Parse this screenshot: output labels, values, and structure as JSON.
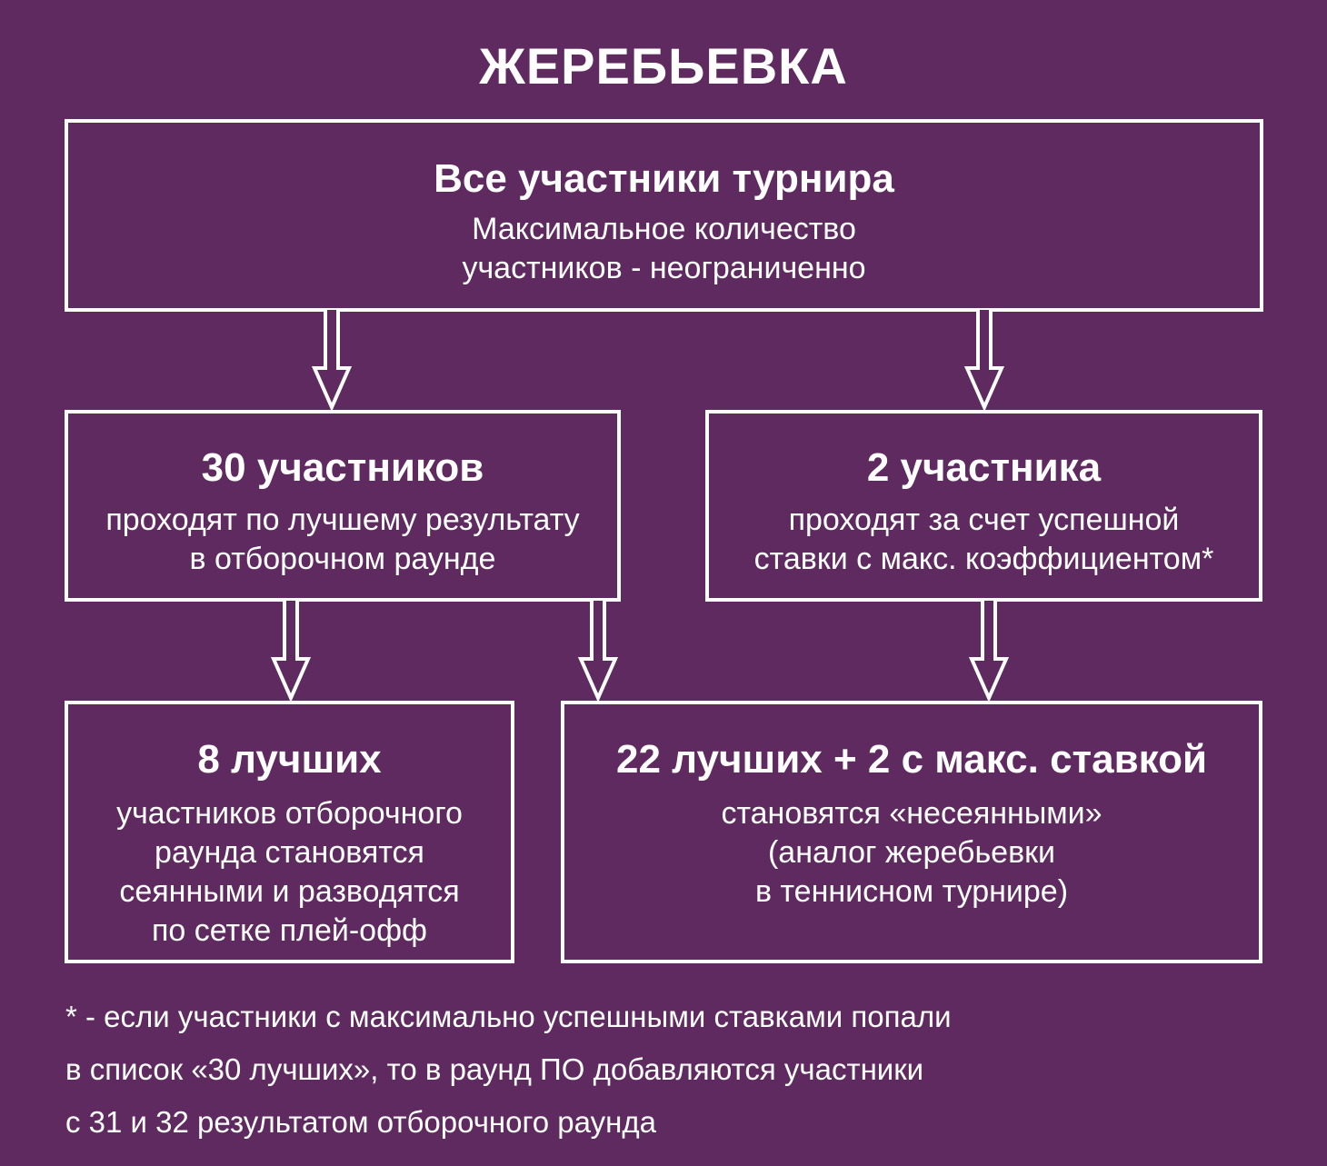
{
  "title": "ЖЕРЕБЬЕВКА",
  "boxes": [
    {
      "heading": "Все участники турнира",
      "text": [
        "Максимальное количество",
        "участников - неограниченно"
      ]
    },
    {
      "heading": "30 участников",
      "text": [
        "проходят по лучшему результату",
        "в отборочном раунде"
      ]
    },
    {
      "heading": "2 участника",
      "text": [
        "проходят за счет успешной",
        "ставки с макс. коэффициентом*"
      ]
    },
    {
      "heading": "8 лучших",
      "text": [
        "участников отборочного",
        "раунда становятся",
        "сеянными и разводятся",
        "по сетке плей-офф"
      ]
    },
    {
      "heading": "22 лучших + 2 с макс. ставкой",
      "text": [
        "становятся «несеянными»",
        "(аналог жеребьевки",
        "в теннисном турнире)"
      ]
    }
  ],
  "footnote": [
    "* - если участники с максимально успешными ставками попали",
    "в список «30 лучших», то в раунд ПО добавляются участники",
    "с 31 и 32 результатом отборочного раунда"
  ]
}
